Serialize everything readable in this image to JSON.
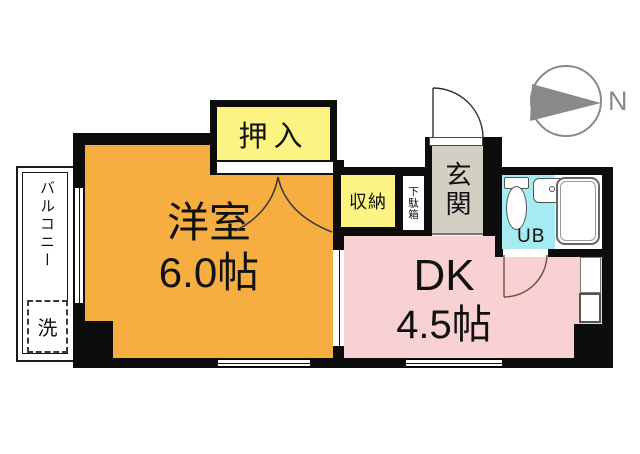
{
  "compass": {
    "north_label": "N"
  },
  "balcony": {
    "label": "バルコニー",
    "washing_machine_label": "洗"
  },
  "rooms": {
    "western_room": {
      "name": "洋室",
      "size": "6.0帖"
    },
    "dining_kitchen": {
      "name": "DK",
      "size": "4.5帖"
    },
    "oshiire_closet": {
      "label": "押入"
    },
    "storage": {
      "label": "収納"
    },
    "shoe_cabinet": {
      "label": "下駄箱"
    },
    "entrance": {
      "label": "玄関"
    },
    "unit_bath": {
      "label": "UB"
    }
  },
  "colors": {
    "western_room_orange": "#F5AE3F",
    "closet_yellow": "#FBF382",
    "dk_pink": "#F8D2D2",
    "unit_bath_cyan": "#A6EBF2",
    "entrance_gray": "#D3CFC3",
    "wall_black": "#0D0D0D",
    "compass_gray": "#8A8A8A"
  }
}
